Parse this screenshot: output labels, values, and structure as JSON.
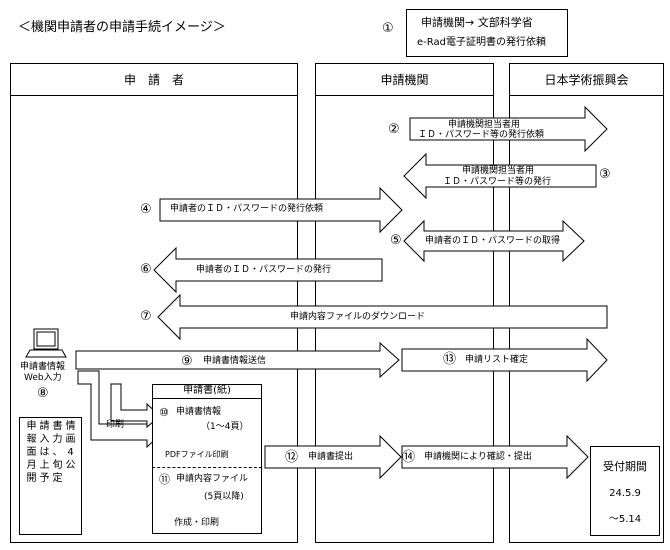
{
  "title": "＜機関申請者の申請手続イメージ＞",
  "legend": {
    "marker": "①",
    "line1": "申請機関→ 文部科学省",
    "line2": "e-Rad電子証明書の発行依頼"
  },
  "columns": {
    "applicant": "申　請　者",
    "institution": "申請機関",
    "jsps": "日本学術振興会"
  },
  "arrows": {
    "a2": {
      "marker": "②",
      "line1": "申請機関担当者用",
      "line2": "ＩＤ・パスワード等の発行依頼"
    },
    "a3": {
      "marker": "③",
      "line1": "申請機関担当者用",
      "line2": "ＩＤ・パスワード等の発行"
    },
    "a4": {
      "marker": "④",
      "label": "申請者のＩＤ・パスワードの発行依頼"
    },
    "a5": {
      "marker": "⑤",
      "label": "申請者のＩＤ・パスワードの取得"
    },
    "a6": {
      "marker": "⑥",
      "label": "申請者のＩＤ・パスワードの発行"
    },
    "a7": {
      "marker": "⑦",
      "label": "申請内容ファイルのダウンロード"
    },
    "a9": {
      "marker": "⑨",
      "label": "申請書情報送信"
    },
    "a12": {
      "marker": "⑫",
      "label": "申請書提出"
    },
    "a13": {
      "marker": "⑬",
      "label": "申請リスト確定"
    },
    "a14": {
      "marker": "⑭",
      "label": "申請機関により確認・提出"
    }
  },
  "computer": {
    "line1": "申請書情報",
    "line2": "Web入力",
    "marker": "⑧",
    "note": [
      "申",
      "請",
      "書",
      "情",
      "報",
      "入",
      "力",
      "画",
      "面",
      "は",
      "、",
      "4",
      "月",
      "上",
      "旬",
      "公",
      "開",
      "予",
      "定"
    ]
  },
  "print_label": "印刷",
  "paper": {
    "title": "申請書(紙)",
    "item10": {
      "marker": "⑩",
      "label": "申請書情報",
      "pages": "（1～4頁）",
      "caption": "PDFファイル印刷"
    },
    "item11": {
      "marker": "⑪",
      "label": "申請内容ファイル",
      "pages": "(5頁以降)",
      "caption": "作成・印刷"
    }
  },
  "deadline": {
    "title": "受付期間",
    "start": "24.5.9",
    "end": "～5.14"
  }
}
